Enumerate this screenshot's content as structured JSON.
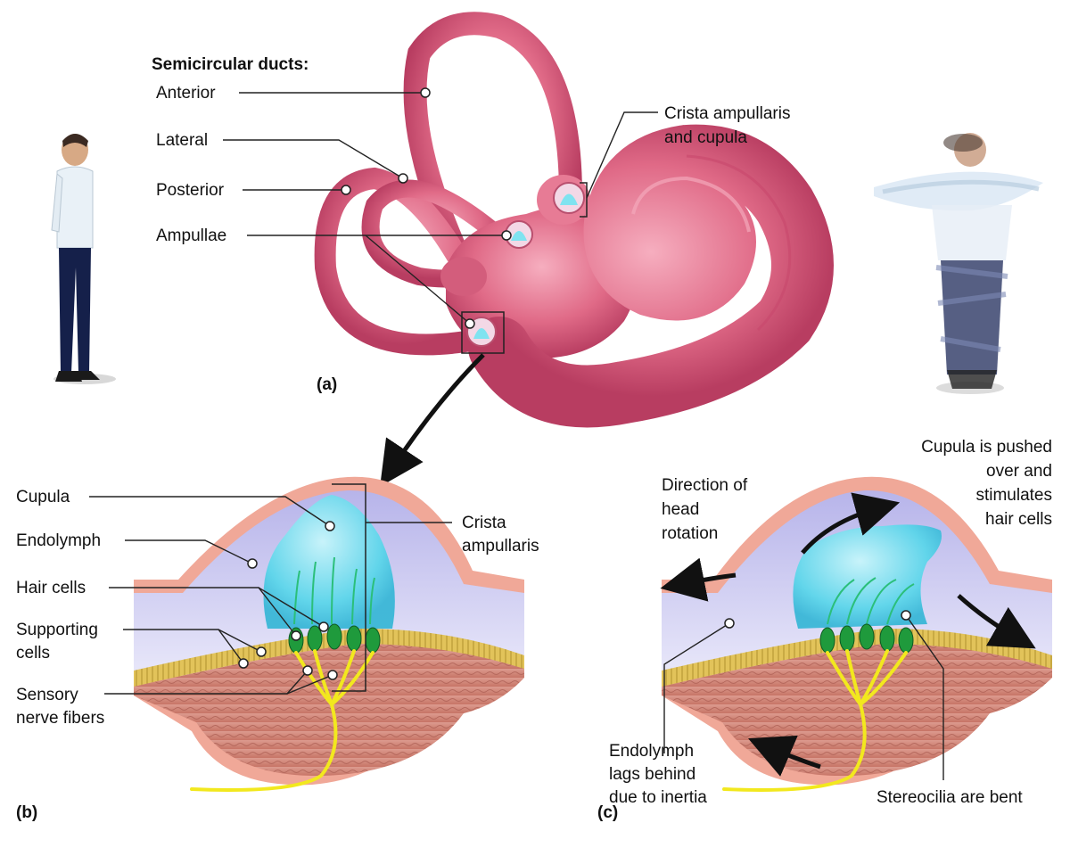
{
  "figure": {
    "panel_a": {
      "heading": "Semicircular ducts:",
      "labels": {
        "anterior": "Anterior",
        "lateral": "Lateral",
        "posterior": "Posterior",
        "ampullae": "Ampullae",
        "crista_line1": "Crista ampullaris",
        "crista_line2": "and cupula"
      },
      "panel_letter": "(a)"
    },
    "panel_b": {
      "labels": {
        "cupula": "Cupula",
        "endolymph": "Endolymph",
        "hair_cells": "Hair cells",
        "supporting_line1": "Supporting",
        "supporting_line2": "cells",
        "sensory_line1": "Sensory",
        "sensory_line2": "nerve fibers",
        "crista_line1": "Crista",
        "crista_line2": "ampullaris"
      },
      "panel_letter": "(b)"
    },
    "panel_c": {
      "labels": {
        "direction_line1": "Direction of",
        "direction_line2": "head",
        "direction_line3": "rotation",
        "cupula_pushed_line1": "Cupula is pushed",
        "cupula_pushed_line2": "over and",
        "cupula_pushed_line3": "stimulates",
        "cupula_pushed_line4": "hair cells",
        "endolymph_line1": "Endolymph",
        "endolymph_line2": "lags behind",
        "endolymph_line3": "due to inertia",
        "stereocilia": "Stereocilia are bent"
      },
      "panel_letter": "(c)"
    }
  },
  "colors": {
    "duct": "#e06a87",
    "duct_dark": "#c2456a",
    "endolymph": "#c9c8ee",
    "cupula": "#7fe3f0",
    "hair_cell": "#1f9a3c",
    "epithelium": "#d9b84a",
    "tissue": "#d58a80",
    "nerve": "#f2e81e",
    "wall": "#f0a898"
  }
}
